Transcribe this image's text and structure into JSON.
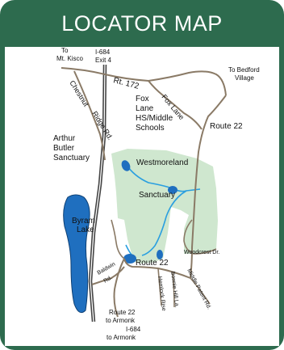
{
  "title": "LOCATOR MAP",
  "labels": {
    "to_mt_kisco_1": "To",
    "to_mt_kisco_2": "Mt. Kisco",
    "i684_exit4_1": "I-684",
    "i684_exit4_2": "Exit 4",
    "rt172": "Rt. 172",
    "to_bedford_1": "To Bedford",
    "to_bedford_2": "Village",
    "chestnut": "Chestnut",
    "ridge_rd": "Ridge Rd.",
    "fox_lane_road": "Fox Lane",
    "school_1": "Fox",
    "school_2": "Lane",
    "school_3": "HS/Middle",
    "school_4": "Schools",
    "route22_east": "Route 22",
    "arthur_1": "Arthur",
    "arthur_2": "Butler",
    "arthur_3": "Sanctuary",
    "westmoreland": "Westmoreland",
    "sanctuary": "Sanctuary",
    "byram_1": "Byram",
    "byram_2": "Lake",
    "woodcrest": "Woodcrest Dr.",
    "route22_center": "Route 22",
    "baldwin": "Baldwin",
    "baldwin_rd": "Rd.",
    "hemlock": "Hemlock Rise",
    "bonnie": "Bonnie Hill La.",
    "middle_patent": "Middle Patent Rd.",
    "route22_armonk_1": "Route 22",
    "route22_armonk_2": "to Armonk",
    "i684_armonk_1": "I-684",
    "i684_armonk_2": "to Armonk"
  },
  "colors": {
    "frame": "#2d6b4e",
    "sanctuary_fill": "#cfe7cf",
    "water": "#1f6fbf",
    "stream": "#2a9fe0",
    "road": "#8a7a66"
  }
}
